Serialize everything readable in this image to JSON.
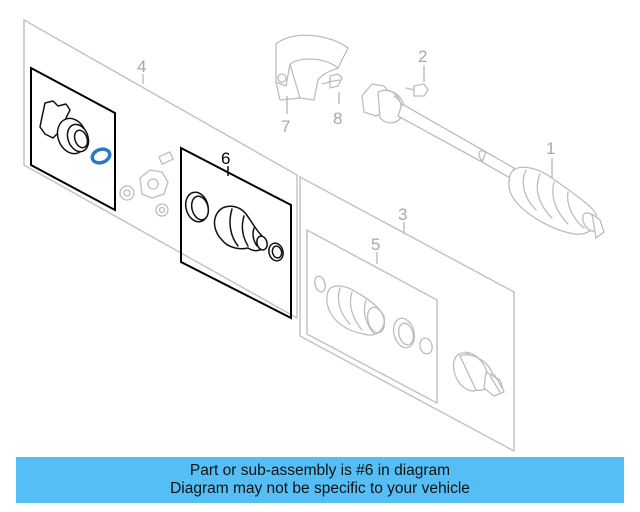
{
  "callouts": {
    "c1": "1",
    "c2": "2",
    "c3": "3",
    "c4": "4",
    "c5": "5",
    "c6": "6",
    "c7": "7",
    "c8": "8"
  },
  "banner": {
    "line1": "Part or sub-assembly is #6 in diagram",
    "line2": "Diagram may not be specific to your vehicle"
  },
  "colors": {
    "banner_bg": "#55bff5",
    "highlight_ring": "#2a78c8",
    "ghost_lines": "#bdbdbd"
  }
}
